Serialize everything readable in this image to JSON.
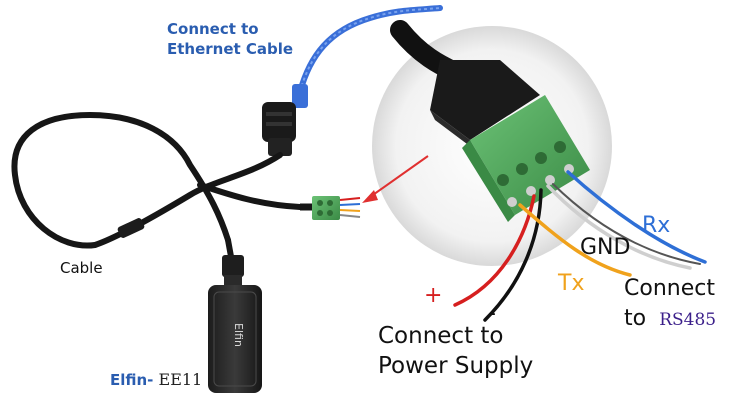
{
  "labels": {
    "ethernet_line1": "Connect to",
    "ethernet_line2": "Ethernet Cable",
    "cable": "Cable",
    "elfin_prefix": "Elfin-",
    "elfin_model": "EE11",
    "device_text": "Elfin",
    "power_line1": "Connect to",
    "power_line2": "Power Supply",
    "plus": "+",
    "minus": "-",
    "tx": "Tx",
    "gnd": "GND",
    "rx": "Rx",
    "rs485_line1": "Connect",
    "rs485_line2": "to",
    "rs485_model": "RS485"
  },
  "colors": {
    "ethernet_cable": "#3a6fd8",
    "cable_black": "#161616",
    "terminal_green": "#4fa85a",
    "wire_red": "#d61f1f",
    "wire_yellow": "#f0a21c",
    "wire_white": "#cfcfcf",
    "wire_blue": "#2e6fd6",
    "arrow_red": "#e03030",
    "label_blue": "#2a5db0",
    "label_purple": "#3b1f8a"
  }
}
